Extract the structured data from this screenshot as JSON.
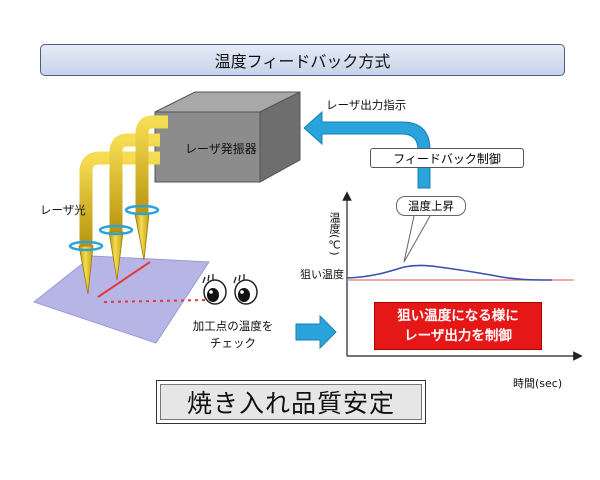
{
  "title": "温度フィードバック方式",
  "labels": {
    "laser_oscillator": "レーザ発振器",
    "laser_output_command": "レーザ出力指示",
    "feedback_control": "フィードバック制御",
    "laser_light": "レーザ光",
    "temperature_rise": "温度上昇",
    "check_line1": "加工点の温度を",
    "check_line2": "チェック",
    "control_line1": "狙い温度になる様に",
    "control_line2": "レーザ出力を制御",
    "result": "焼き入れ品質安定"
  },
  "graph": {
    "ylabel": "温度(℃)",
    "xlabel": "時間(sec)",
    "target_label": "狙い温度"
  },
  "colors": {
    "beam": "#e8c21a",
    "arrow": "#2aa3dc",
    "control_box": "#e61717",
    "plate": "#b7b5e6",
    "oscillator": "#8c8c8c",
    "temp_curve": "#3a4fb0",
    "target_line": "#e07a7a"
  }
}
